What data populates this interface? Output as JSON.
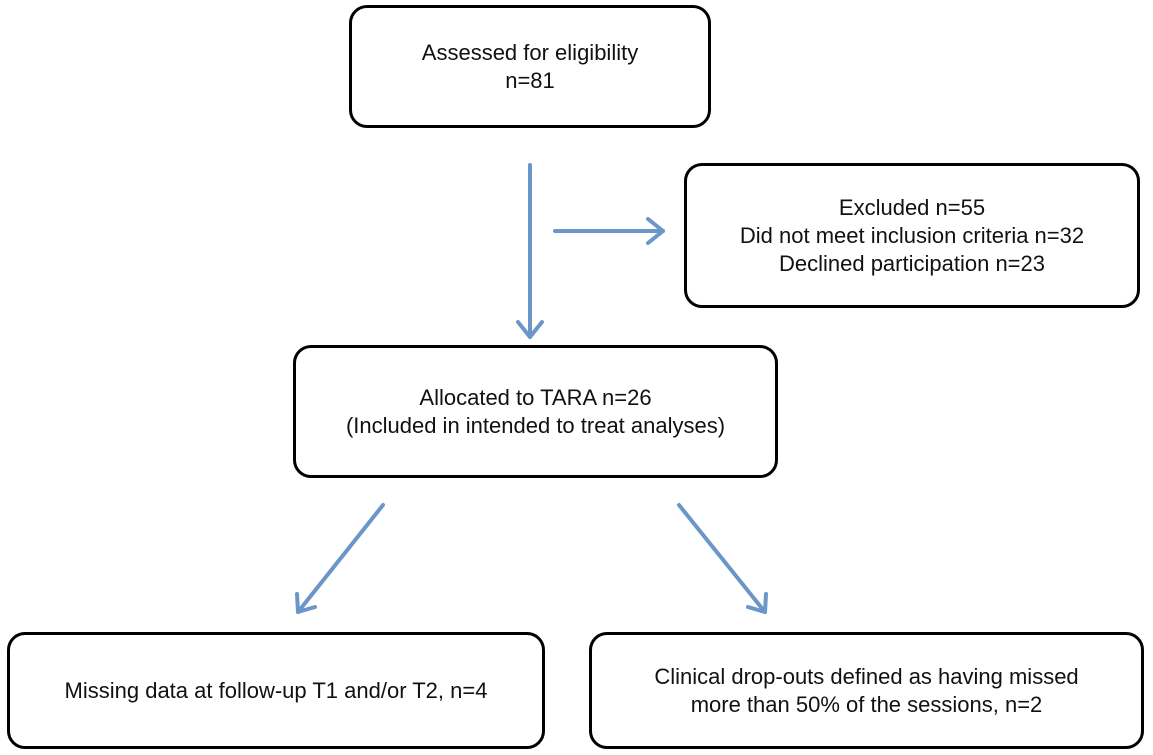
{
  "colors": {
    "arrow": "#6b97c8",
    "box_border": "#000000",
    "text": "#111111"
  },
  "boxes": {
    "assessed": {
      "line1": "Assessed for eligibility",
      "line2": "n=81"
    },
    "excluded": {
      "line1": "Excluded n=55",
      "line2": "Did not meet inclusion criteria n=32",
      "line3": "Declined participation n=23"
    },
    "allocated": {
      "line1": "Allocated to TARA n=26",
      "line2": "(Included in intended to treat analyses)"
    },
    "missing": {
      "line1": "Missing data at follow-up T1 and/or T2, n=4"
    },
    "dropouts": {
      "line1": "Clinical drop-outs defined as having missed",
      "line2": "more than 50% of the sessions, n=2"
    }
  }
}
